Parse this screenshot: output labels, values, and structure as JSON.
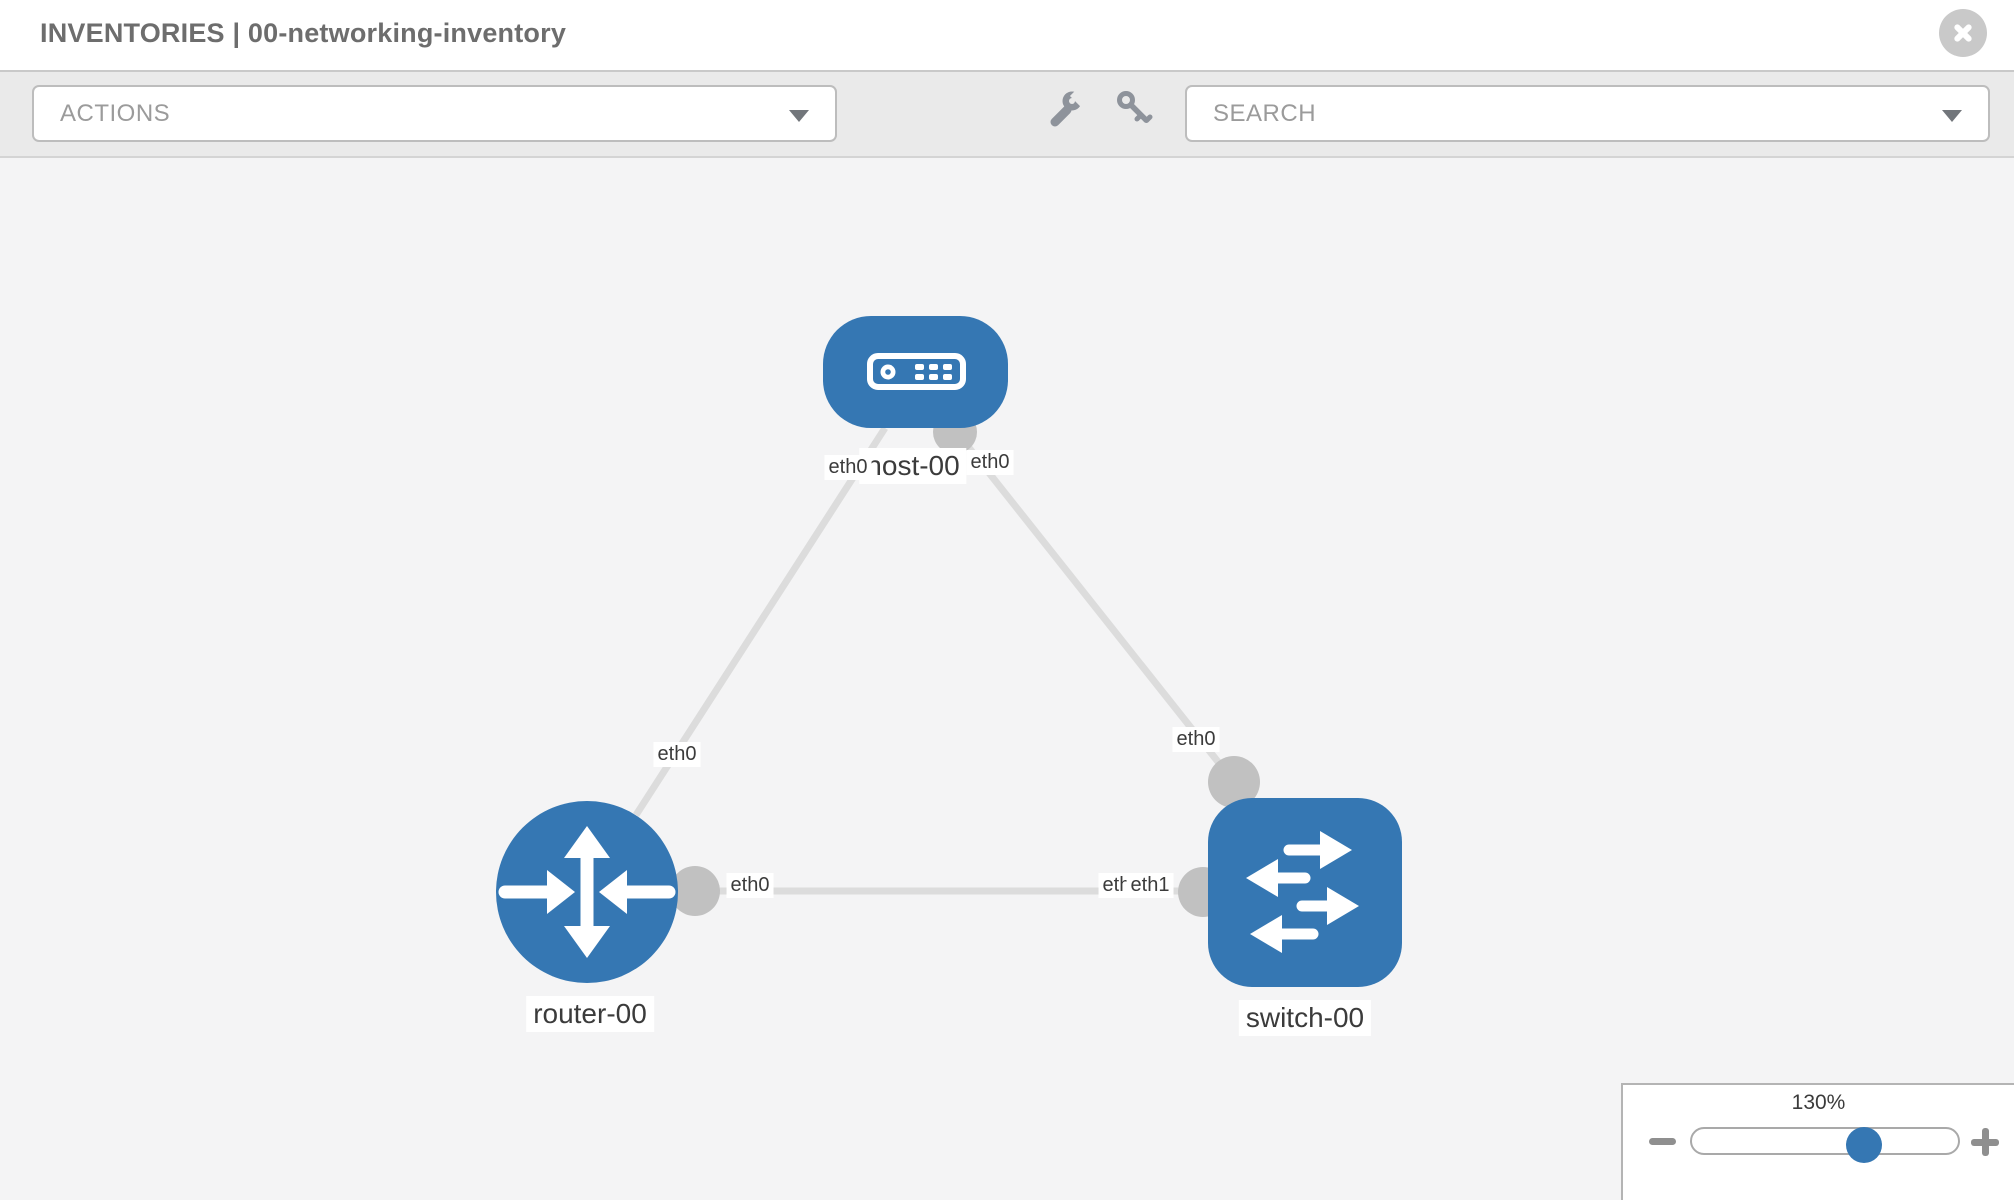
{
  "header": {
    "title": "INVENTORIES | 00-networking-inventory"
  },
  "toolbar": {
    "actions_label": "ACTIONS",
    "search_label": "SEARCH"
  },
  "icons": {
    "close": "times-circle",
    "wrench": "wrench",
    "key": "key",
    "dropdown_caret": "caret-down",
    "zoom_minus": "minus",
    "zoom_plus": "plus"
  },
  "canvas": {
    "nodes": [
      {
        "id": "host-00",
        "label": "host-00",
        "type": "host",
        "shape": "rounded-rect"
      },
      {
        "id": "router-00",
        "label": "router-00",
        "type": "router",
        "shape": "circle"
      },
      {
        "id": "switch-00",
        "label": "switch-00",
        "type": "switch",
        "shape": "rounded-square"
      }
    ],
    "links": [
      {
        "from": "host-00",
        "from_iface": "eth0",
        "to": "router-00",
        "to_iface": "eth0"
      },
      {
        "from": "host-00",
        "from_iface": "eth0",
        "to": "switch-00",
        "to_iface": "eth0"
      },
      {
        "from": "router-00",
        "from_iface": "eth0",
        "to": "switch-00",
        "to_iface": "eth1"
      }
    ],
    "iface_labels": {
      "host_to_router": "eth0",
      "host_to_switch": "eth0",
      "router_to_host": "eth0",
      "switch_to_host": "eth0",
      "router_to_switch": "eth0",
      "switch_hidden": "eth0",
      "switch_to_router": "eth1"
    }
  },
  "zoom": {
    "level": "130%"
  },
  "colors": {
    "node_blue": "#3577b3",
    "link_gray": "#dcdcdc",
    "port_gray": "#c1c1c1",
    "canvas_bg": "#f4f4f5",
    "toolbar_bg": "#eaeaea"
  }
}
